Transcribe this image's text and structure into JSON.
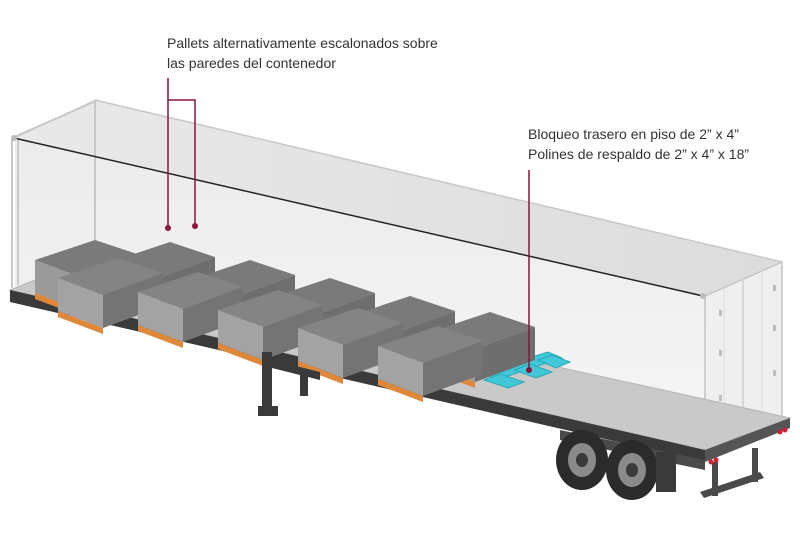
{
  "annotations": {
    "pallets": {
      "line1": "Pallets alternativamente escalonados sobre",
      "line2": "las paredes del contenedor"
    },
    "blocking": {
      "line1": "Bloqueo trasero en piso de 2” x 4”",
      "line2": "Polines de respaldo de 2” x 4” x 18”"
    }
  },
  "colors": {
    "leader_line": "#8a1538",
    "blocking": "#40c8d8",
    "pallet_wood": "#e0883a",
    "cargo": "#8c8c8c",
    "deck": "#c9c9c9",
    "chassis": "#3a3a3a"
  }
}
